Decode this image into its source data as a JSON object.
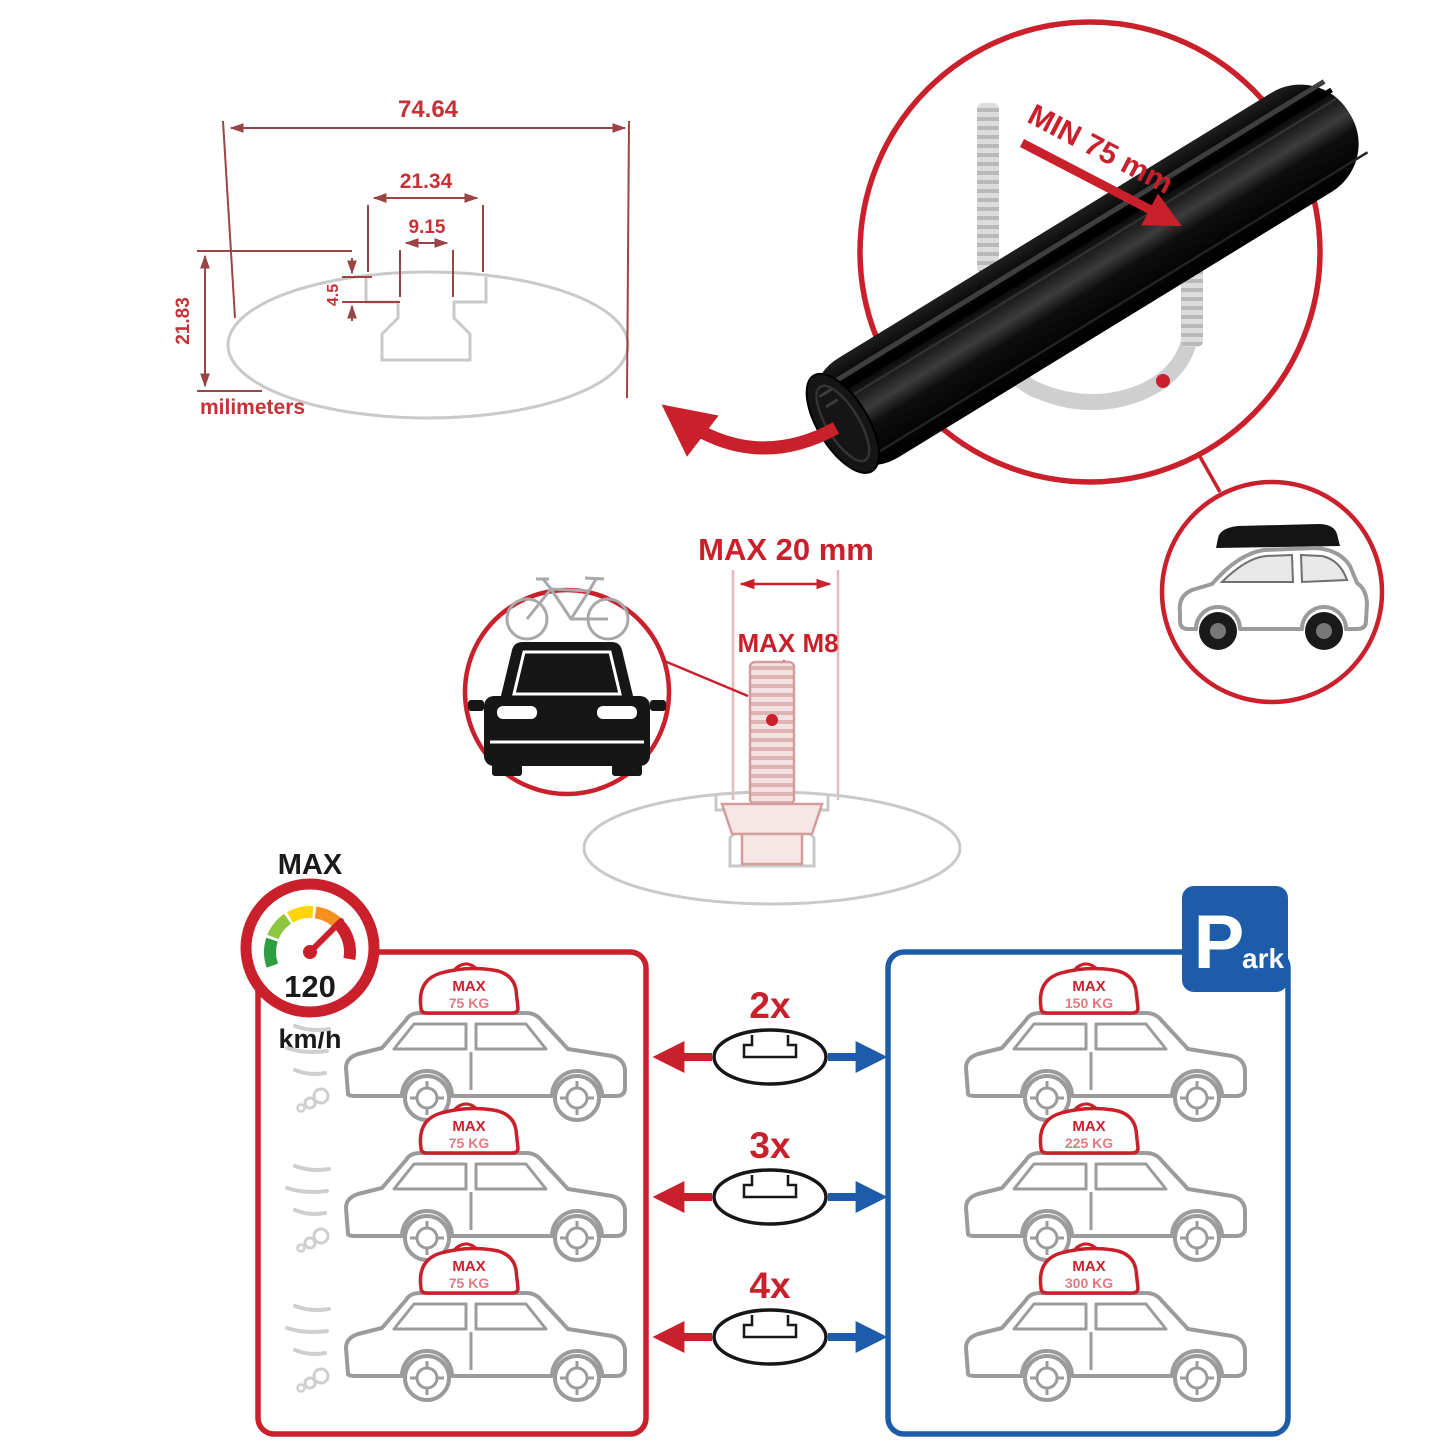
{
  "colors": {
    "accent_red": "#c9202c",
    "accent_blue": "#1c5ca8",
    "drawing_gray": "#c9c9c9",
    "car_gray": "#9b9b9b"
  },
  "profile_dimensions": {
    "total_width": "74.64",
    "channel_outer_width": "21.34",
    "channel_inner_width": "9.15",
    "lip_depth": "4.5",
    "total_height": "21.83",
    "units_label": "milimeters"
  },
  "clamp_detail": {
    "min_spacing_label": "MIN 75 mm"
  },
  "bolt_detail": {
    "max_protrusion_label": "MAX 20 mm",
    "max_thread_label": "MAX M8"
  },
  "speed_limit": {
    "heading": "MAX",
    "value": "120",
    "unit": "km/h"
  },
  "park_sign": {
    "letter": "P",
    "suffix": "ark"
  },
  "crossbar_options": [
    {
      "multiplier": "2x",
      "moving_load": {
        "label": "MAX",
        "value": "75 KG"
      },
      "parked_load": {
        "label": "MAX",
        "value": "150 KG"
      }
    },
    {
      "multiplier": "3x",
      "moving_load": {
        "label": "MAX",
        "value": "75 KG"
      },
      "parked_load": {
        "label": "MAX",
        "value": "225 KG"
      }
    },
    {
      "multiplier": "4x",
      "moving_load": {
        "label": "MAX",
        "value": "75 KG"
      },
      "parked_load": {
        "label": "MAX",
        "value": "300 KG"
      }
    }
  ]
}
